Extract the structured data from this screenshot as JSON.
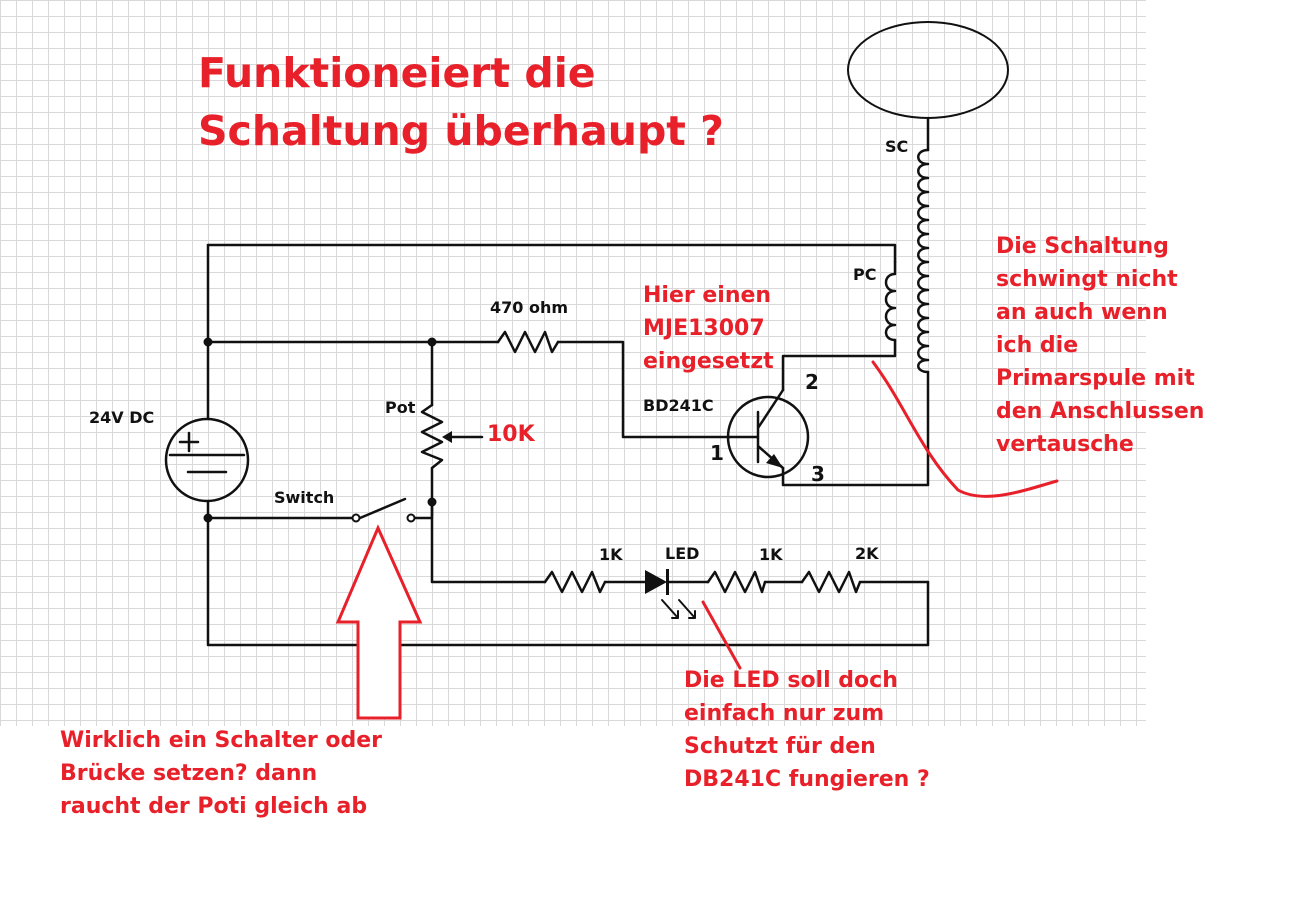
{
  "title": [
    "Funktioneiert die",
    "Schaltung überhaupt ?"
  ],
  "notes": {
    "oscillation": [
      "Die Schaltung",
      "schwingt nicht",
      "an auch wenn",
      "ich die",
      "Primarspule mit",
      "den Anschlussen",
      "vertausche"
    ],
    "transistor": [
      "Hier einen",
      "MJE13007",
      "eingesetzt"
    ],
    "led": [
      "Die LED soll doch",
      "einfach nur zum",
      "Schutzt für den",
      "DB241C fungieren ?"
    ],
    "switch": [
      "Wirklich ein Schalter oder",
      "Brücke setzen? dann",
      "raucht der Poti gleich ab"
    ]
  },
  "labels": {
    "supply": "24V DC",
    "switch": "Switch",
    "pot": "Pot",
    "pot_value": "10K",
    "r_base": "470 ohm",
    "transistor": "BD241C",
    "pin1": "1",
    "pin2": "2",
    "pin3": "3",
    "primary": "PC",
    "secondary": "SC",
    "r1": "1K",
    "led": "LED",
    "r2": "1K",
    "r3": "2K"
  },
  "colors": {
    "annotation": "#e8202a",
    "wire": "#111111",
    "grid": "#d9d9d9"
  }
}
